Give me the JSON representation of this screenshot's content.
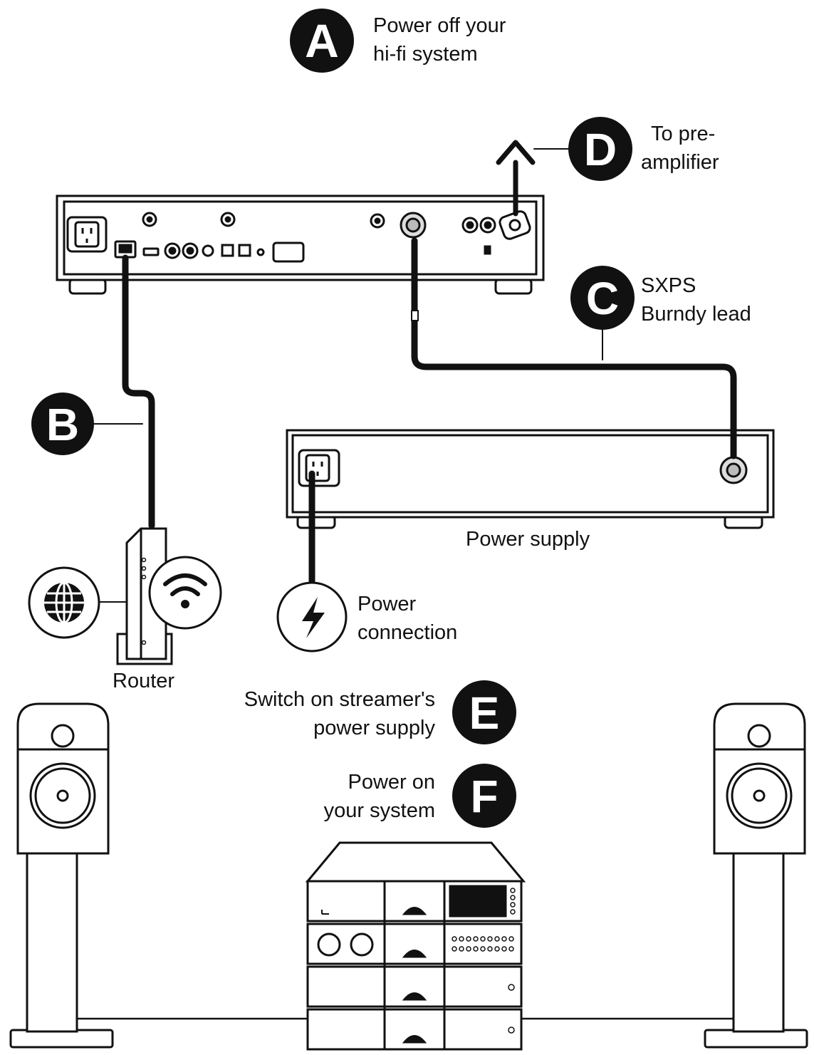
{
  "steps": {
    "a": {
      "letter": "A",
      "line1": "Power off your",
      "line2": "hi-fi system"
    },
    "b": {
      "letter": "B"
    },
    "c": {
      "letter": "C",
      "line1": "SXPS",
      "line2": "Burndy lead"
    },
    "d": {
      "letter": "D",
      "line1": "To pre-",
      "line2": "amplifier"
    },
    "e": {
      "letter": "E",
      "line1": "Switch on streamer's",
      "line2": "power supply"
    },
    "f": {
      "letter": "F",
      "line1": "Power on",
      "line2": "your system"
    }
  },
  "labels": {
    "power_supply": "Power supply",
    "power_connection_1": "Power",
    "power_connection_2": "connection",
    "router": "Router"
  },
  "icons": {
    "power": "lightning-bolt-icon",
    "wifi": "wifi-icon",
    "internet": "globe-icon"
  },
  "colors": {
    "ink": "#111111",
    "badge": "#111111",
    "background": "#ffffff"
  }
}
